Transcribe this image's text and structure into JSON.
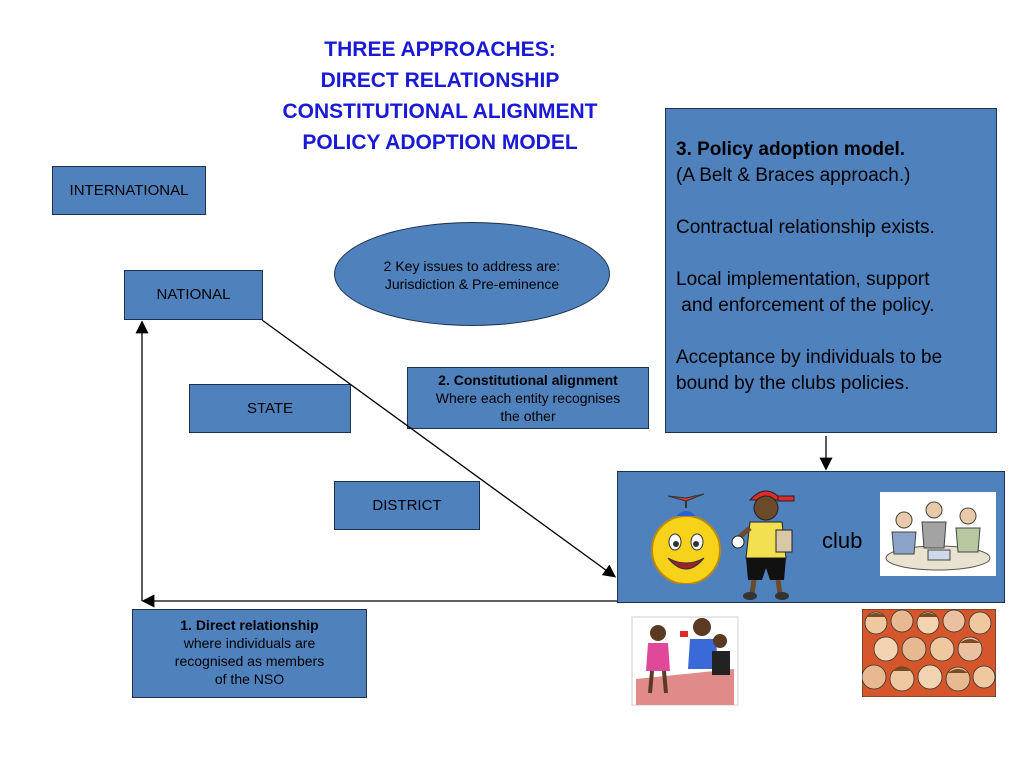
{
  "title": {
    "line1": "THREE APPROACHES:",
    "line2": "DIRECT RELATIONSHIP",
    "line3": "CONSTITUTIONAL ALIGNMENT",
    "line4": "POLICY ADOPTION MODEL"
  },
  "levels": {
    "international": "INTERNATIONAL",
    "national": "NATIONAL",
    "state": "STATE",
    "district": "DISTRICT"
  },
  "key_issues": {
    "line1": "2 Key issues to address are:",
    "line2": "Jurisdiction & Pre-eminence"
  },
  "constitutional": {
    "heading": "2. Constitutional alignment",
    "line1": "Where each entity recognises",
    "line2": "the other"
  },
  "direct": {
    "heading": "1. Direct relationship",
    "line1": "where individuals are",
    "line2": "recognised as members",
    "line3": "of the NSO"
  },
  "policy": {
    "heading": "3. Policy adoption model.",
    "sub": "(A Belt & Braces approach.)",
    "p1": "Contractual relationship exists.",
    "p2a": "Local implementation, support",
    "p2b": " and enforcement of the policy.",
    "p3a": "Acceptance by individuals to be",
    "p3b": "bound by the clubs policies."
  },
  "club": {
    "label": "club"
  },
  "colors": {
    "box_fill": "#4f81bd",
    "title": "#1a1ad6"
  }
}
